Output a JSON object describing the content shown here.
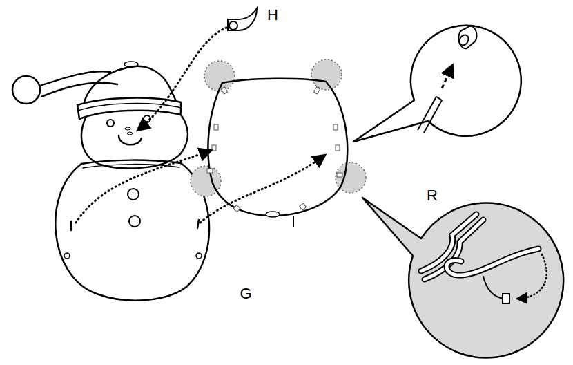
{
  "diagram": {
    "labels": [
      "H",
      "R",
      "G"
    ]
  }
}
